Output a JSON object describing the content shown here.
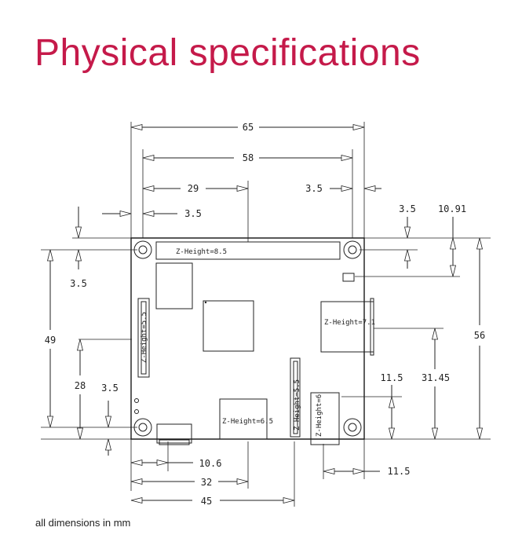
{
  "title": "Physical specifications",
  "footnote": "all dimensions in mm",
  "dimensions": {
    "width_total": "65",
    "width_holes": "58",
    "header_center": "29",
    "header_right_offset": "3.5",
    "left_hole_offset": "3.5",
    "top_hole_offset": "3.5",
    "right_top_offset": "3.5",
    "right_top_component": "10.91",
    "height_holes": "49",
    "height_total": "56",
    "left_lower": "28",
    "left_bottom_offset": "3.5",
    "bottom_left": "10.6",
    "bottom_mid": "32",
    "bottom_right": "45",
    "right_lower": "11.5",
    "right_mid": "31.45",
    "bottom_far_right": "11.5"
  },
  "z_heights": {
    "header": "Z-Height=8.5",
    "left_connector": "Z-Height=5.5",
    "usb": "Z-Height=7.1",
    "hdmi": "Z-Height=6.5",
    "mid_connector": "Z-Height=5.5",
    "audio": "Z-Height=6"
  }
}
